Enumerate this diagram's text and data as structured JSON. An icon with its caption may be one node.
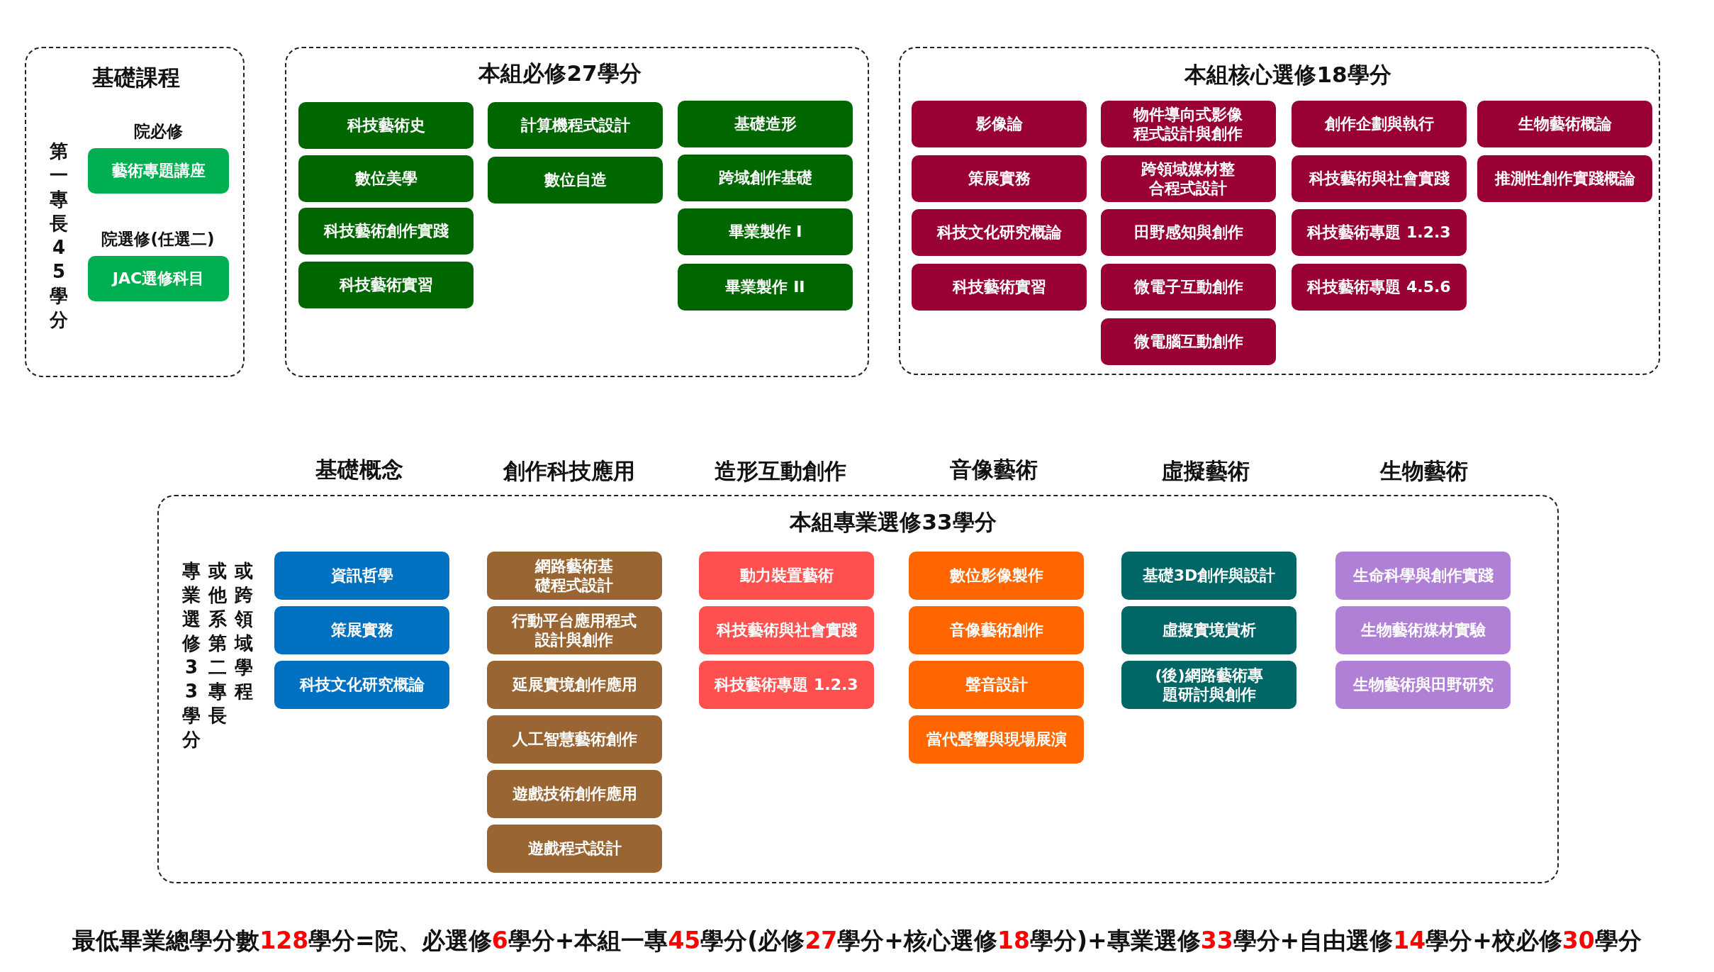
{
  "diagram": {
    "nodes": [
      {
        "text": [
          "基礎課程",
          "第一專長45學分"
        ]
      },
      {
        "text": [
          "藝術專題講座"
        ],
        "in": 0,
        "beside": [
          "院必修"
        ]
      },
      {
        "text": [
          "JAC選修科目"
        ],
        "in": 0,
        "beside": [
          "院選修(任選二)"
        ]
      },
      {
        "text": [
          "本組必修27學分"
        ]
      },
      {
        "text": [
          "科技藝術史"
        ],
        "in": 3
      },
      {
        "text": [
          "數位美學"
        ],
        "in": 3
      },
      {
        "text": [
          "科技藝術創作實踐"
        ],
        "in": 3
      },
      {
        "text": [
          "科技藝術實習"
        ],
        "in": 3
      },
      {
        "text": [
          "計算機程式設計"
        ],
        "in": 3
      },
      {
        "text": [
          "數位自造"
        ],
        "in": 3
      },
      {
        "text": [
          "基礎造形"
        ],
        "in": 3
      },
      {
        "text": [
          "跨域創作基礎"
        ],
        "in": 3
      },
      {
        "text": [
          "畢業製作 I"
        ],
        "in": 3
      },
      {
        "text": [
          "畢業製作 II"
        ],
        "in": 3
      },
      {
        "text": [
          "本組核心選修18學分"
        ]
      },
      {
        "text": [
          "影像論"
        ],
        "in": 14
      },
      {
        "text": [
          "策展實務"
        ],
        "in": 14
      },
      {
        "text": [
          "科技文化研究概論"
        ],
        "in": 14
      },
      {
        "text": [
          "科技藝術實習"
        ],
        "in": 14
      },
      {
        "text": [
          "物件導向式影像程式設計與創作"
        ],
        "in": 14
      },
      {
        "text": [
          "跨領域媒材整合程式設計"
        ],
        "in": 14
      },
      {
        "text": [
          "田野感知與創作"
        ],
        "in": 14
      },
      {
        "text": [
          "微電子互動創作"
        ],
        "in": 14
      },
      {
        "text": [
          "微電腦互動創作"
        ],
        "in": 14
      },
      {
        "text": [
          "創作企劃與執行"
        ],
        "in": 14
      },
      {
        "text": [
          "科技藝術與社會實踐"
        ],
        "in": 14
      },
      {
        "text": [
          "科技藝術專題 1.2.3"
        ],
        "in": 14
      },
      {
        "text": [
          "科技藝術專題 4.5.6"
        ],
        "in": 14
      },
      {
        "text": [
          "生物藝術概論"
        ],
        "in": 14
      },
      {
        "text": [
          "推測性創作實踐概論"
        ],
        "in": 14
      },
      {
        "text": [
          "本組專業選修33學分",
          "專業選修33學分",
          "或他系第二專長",
          "或跨領域學程"
        ]
      },
      {
        "text": [
          "資訊哲學"
        ],
        "in": 30
      },
      {
        "text": [
          "策展實務"
        ],
        "in": 30
      },
      {
        "text": [
          "科技文化研究概論"
        ],
        "in": 30
      },
      {
        "text": [
          "網路藝術基礎程式設計"
        ],
        "in": 30
      },
      {
        "text": [
          "行動平台應用程式設計與創作"
        ],
        "in": 30
      },
      {
        "text": [
          "延展實境創作應用"
        ],
        "in": 30
      },
      {
        "text": [
          "人工智慧藝術創作"
        ],
        "in": 30
      },
      {
        "text": [
          "遊戲技術創作應用"
        ],
        "in": 30
      },
      {
        "text": [
          "遊戲程式設計"
        ],
        "in": 30
      },
      {
        "text": [
          "動力裝置藝術"
        ],
        "in": 30
      },
      {
        "text": [
          "科技藝術與社會實踐"
        ],
        "in": 30
      },
      {
        "text": [
          "科技藝術專題 1.2.3"
        ],
        "in": 30
      },
      {
        "text": [
          "數位影像製作"
        ],
        "in": 30
      },
      {
        "text": [
          "音像藝術創作"
        ],
        "in": 30
      },
      {
        "text": [
          "聲音設計"
        ],
        "in": 30
      },
      {
        "text": [
          "當代聲響與現場展演"
        ],
        "in": 30
      },
      {
        "text": [
          "基礎3D創作與設計"
        ],
        "in": 30
      },
      {
        "text": [
          "虛擬實境賞析"
        ],
        "in": 30
      },
      {
        "text": [
          "(後)網路藝術專題研討與創作"
        ],
        "in": 30
      },
      {
        "text": [
          "生命科學與創作實踐"
        ],
        "in": 30
      },
      {
        "text": [
          "生物藝術媒材實驗"
        ],
        "in": 30
      },
      {
        "text": [
          "生物藝術與田野研究"
        ],
        "in": 30
      }
    ],
    "labels": [
      "基礎概念",
      "創作科技應用",
      "造形互動創作",
      "音像藝術",
      "虛擬藝術",
      "生物藝術",
      "最低畢業總學分數128學分=院、必選修6學分+本組一專45學分(必修27學分+核心選修18學分)+專業選修33學分+自由選修14學分+校必修30學分"
    ]
  }
}
